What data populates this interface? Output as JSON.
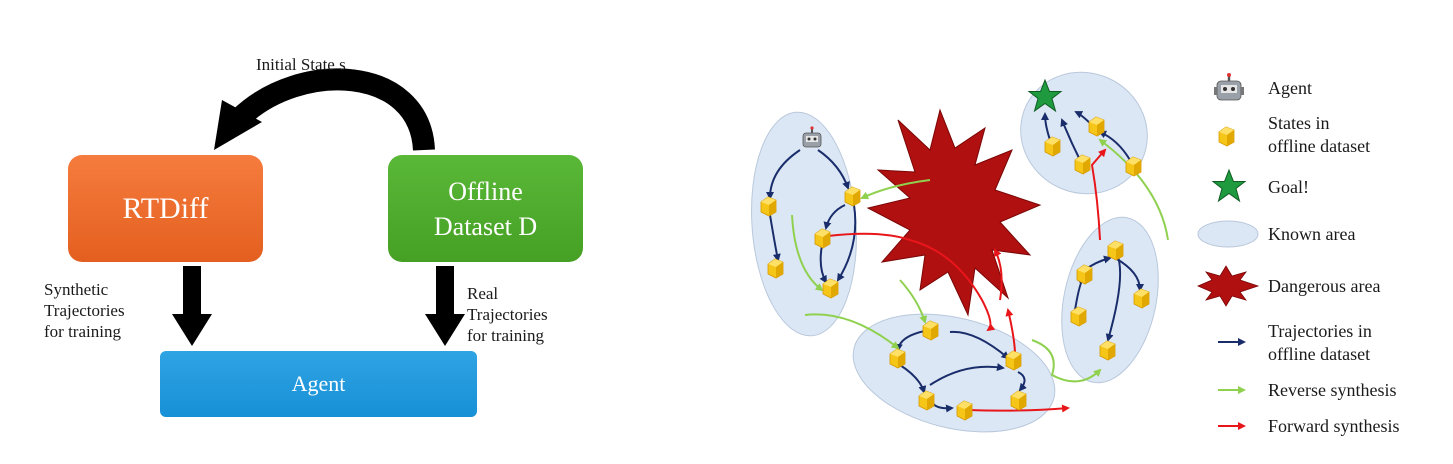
{
  "left_diagram": {
    "initial_state_label": "Initial State s",
    "rtdiff_label": "RTDiff",
    "offline_line1": "Offline",
    "offline_line2": "Dataset D",
    "agent_label": "Agent",
    "synthetic_lines": [
      "Synthetic",
      "Trajectories",
      "for training"
    ],
    "real_lines": [
      "Real",
      "Trajectories",
      "for training"
    ]
  },
  "legend": {
    "agent": "Agent",
    "states_line1": "States in",
    "states_line2": "offline dataset",
    "goal": "Goal!",
    "known_area": "Known area",
    "dangerous_area": "Dangerous area",
    "traj_line1": "Trajectories in",
    "traj_line2": "offline dataset",
    "reverse": "Reverse synthesis",
    "forward": "Forward synthesis"
  },
  "colors": {
    "rtdiff": "#e8682a",
    "offline": "#4fa92e",
    "agent_box": "#1d95dc",
    "known_area": "#dce7f5",
    "dangerous_area": "#b01010",
    "state_cube": "#f5c518",
    "goal_star": "#1f9a3e",
    "dataset_traj": "#1a2d6b",
    "reverse_traj": "#8fd14f",
    "forward_traj": "#e8161a"
  }
}
